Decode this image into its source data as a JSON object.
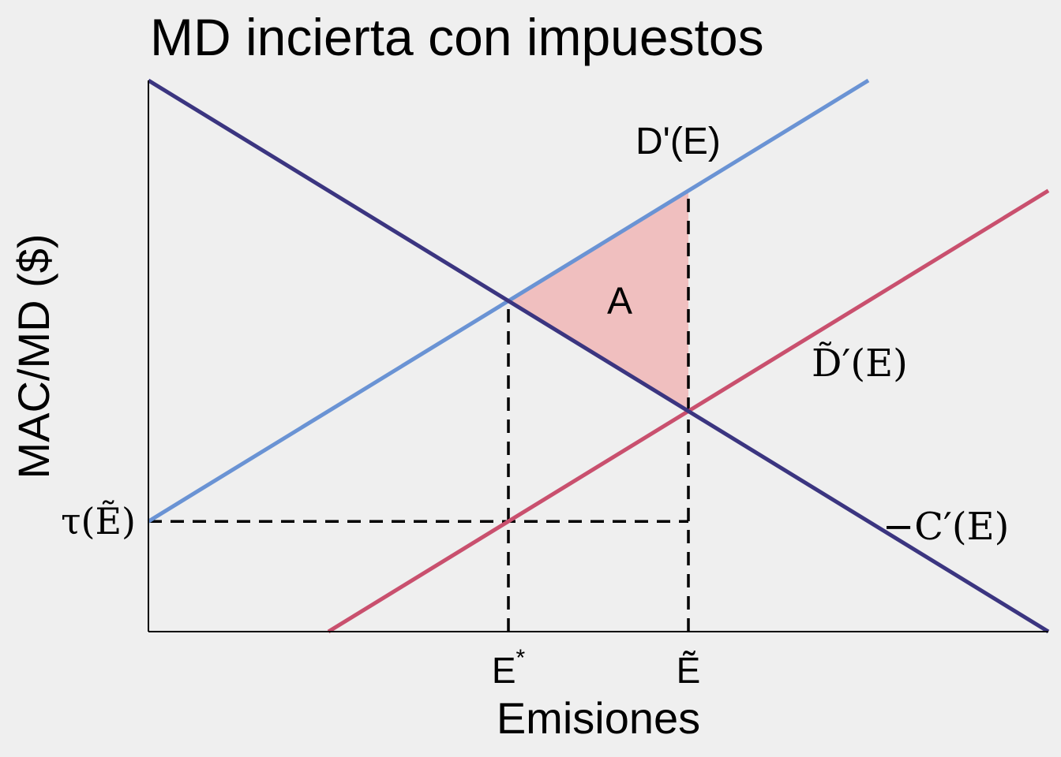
{
  "chart_data": {
    "type": "line",
    "title": "MD incierta con impuestos",
    "xlabel": "Emisiones",
    "ylabel": "MAC/MD ($)",
    "x_ticks": [
      {
        "x": 4,
        "label": "E",
        "sup": "*"
      },
      {
        "x": 6,
        "label": "Ẽ",
        "sup": ""
      }
    ],
    "y_ticks": [
      {
        "y": 2.5,
        "label": "τ(Ẽ)"
      }
    ],
    "xlim": [
      0,
      10
    ],
    "ylim": [
      0,
      12.5
    ],
    "series": [
      {
        "name": "D'(E)",
        "color": "#6a93d4",
        "points": [
          [
            0,
            2.5
          ],
          [
            8,
            12.5
          ]
        ]
      },
      {
        "name": "D̃′(E)",
        "color": "#c9506e",
        "points": [
          [
            2,
            0
          ],
          [
            10,
            10
          ]
        ]
      },
      {
        "name": "−C′(E)",
        "color": "#3b3580",
        "points": [
          [
            0,
            12.5
          ],
          [
            10,
            0
          ]
        ]
      }
    ],
    "reference_lines": [
      {
        "from": [
          0,
          2.5
        ],
        "to": [
          6,
          2.5
        ],
        "style": "dashed"
      },
      {
        "from": [
          4,
          0
        ],
        "to": [
          4,
          7.5
        ],
        "style": "dashed"
      },
      {
        "from": [
          6,
          0
        ],
        "to": [
          6,
          10
        ],
        "style": "dashed"
      }
    ],
    "shaded_region": {
      "label": "A",
      "color": "#f0bfbf",
      "points": [
        [
          4,
          7.5
        ],
        [
          6,
          10
        ],
        [
          6,
          5
        ]
      ]
    },
    "grid": false
  }
}
